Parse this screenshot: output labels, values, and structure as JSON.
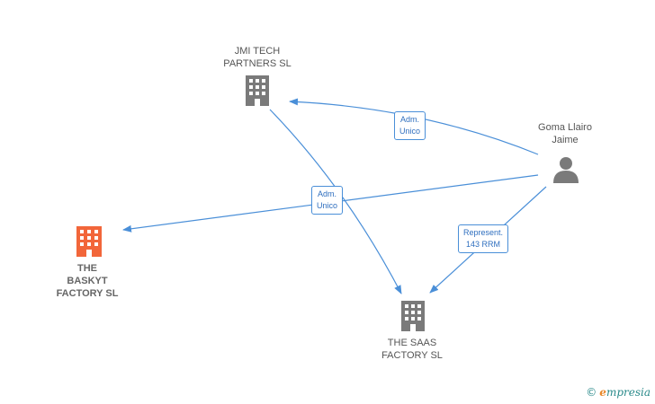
{
  "colors": {
    "edge": "#4a8fd8",
    "company_icon": "#7a7a7a",
    "highlight_icon": "#f2663a",
    "person_icon": "#7a7a7a"
  },
  "nodes": {
    "jmi": {
      "line1": "JMI TECH",
      "line2": "PARTNERS  SL",
      "icon": "building-icon"
    },
    "baskyt": {
      "line1": "THE",
      "line2": "BASKYT",
      "line3": "FACTORY  SL",
      "icon": "building-icon"
    },
    "saas": {
      "line1": "THE SAAS",
      "line2": "FACTORY  SL",
      "icon": "building-icon"
    },
    "person": {
      "line1": "Goma Llairo",
      "line2": "Jaime",
      "icon": "person-icon"
    }
  },
  "edges": {
    "adm_jmi": {
      "line1": "Adm.",
      "line2": "Unico"
    },
    "adm_baskyt": {
      "line1": "Adm.",
      "line2": "Unico"
    },
    "represent": {
      "line1": "Represent.",
      "line2": "143 RRM"
    }
  },
  "footer": {
    "copyright": "©",
    "brand_e": "e",
    "brand_rest": "mpresia"
  }
}
